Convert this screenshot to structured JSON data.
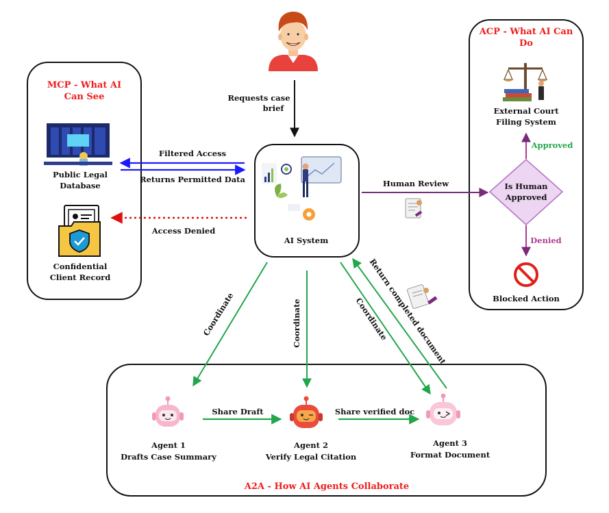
{
  "colors": {
    "title_red": "#ee1c1c",
    "blue_arrow": "#1a1aff",
    "red_dotted": "#e01010",
    "green_arrow": "#22a64a",
    "purple_arrow": "#7a2a7a",
    "diamond_fill": "#ecd6f2",
    "diamond_stroke": "#b06ac0"
  },
  "user": {
    "icon": "person-avatar-icon",
    "request_line1": "Requests case",
    "request_line2": "brief"
  },
  "mcp": {
    "title_line1": "MCP - What AI",
    "title_line2": "Can See",
    "database": {
      "icon": "server-room-icon",
      "label_line1": "Public Legal",
      "label_line2": "Database"
    },
    "record": {
      "icon": "secure-folder-icon",
      "label_line1": "Confidential",
      "label_line2": "Client Record"
    }
  },
  "center": {
    "icon": "ai-dashboard-icon",
    "label": "AI System"
  },
  "flows": {
    "filtered_access": "Filtered Access",
    "returns_permitted": "Returns Permitted Data",
    "access_denied": "Access Denied",
    "human_review": "Human Review",
    "coordinate": "Coordinate",
    "return_completed": "Return completed document",
    "share_draft": "Share Draft",
    "share_verified": "Share verified doc"
  },
  "acp": {
    "title_line1": "ACP - What AI Can",
    "title_line2": "Do",
    "court": {
      "icon": "scales-of-justice-icon",
      "label_line1": "External Court",
      "label_line2": "Filing System"
    },
    "approved": "Approved",
    "decision_line1": "Is Human",
    "decision_line2": "Approved",
    "denied": "Denied",
    "blocked": {
      "icon": "prohibited-icon",
      "label": "Blocked Action"
    }
  },
  "a2a": {
    "title": "A2A - How AI Agents Collaborate",
    "agents": [
      {
        "icon": "robot-pink-icon",
        "name": "Agent 1",
        "task": "Drafts Case Summary"
      },
      {
        "icon": "robot-orange-icon",
        "name": "Agent 2",
        "task": "Verify Legal Citation"
      },
      {
        "icon": "robot-winking-icon",
        "name": "Agent 3",
        "task": "Format Document"
      }
    ]
  }
}
